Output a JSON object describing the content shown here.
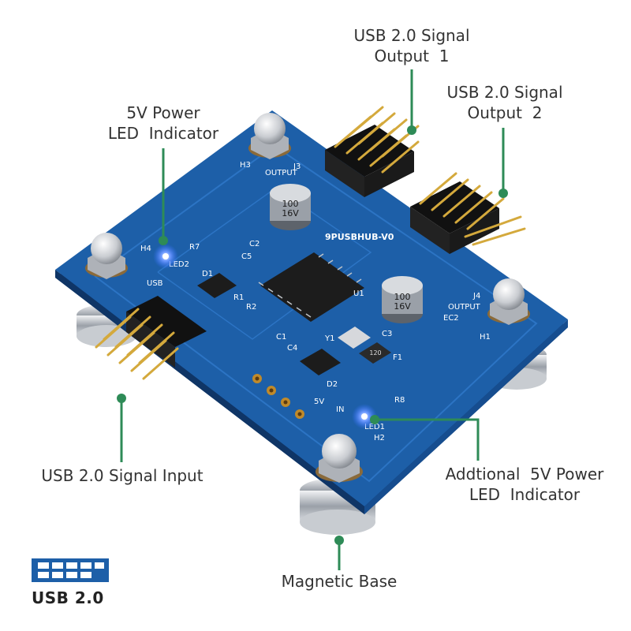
{
  "labels": {
    "output1": "USB 2.0 Signal\nOutput  1",
    "output2": "USB 2.0 Signal\nOutput  2",
    "power_led": "5V Power\nLED  Indicator",
    "input": "USB 2.0 Signal Input",
    "additional_led": "Addtional  5V Power\nLED  Indicator",
    "magnetic_base": "Magnetic Base"
  },
  "board": {
    "model": "9PUSBHUB-V0",
    "silkscreen": [
      "H3",
      "OUTPUT",
      "J3",
      "H4",
      "LED2",
      "R7",
      "USB",
      "C2",
      "C5",
      "U1",
      "EC2",
      "OUTPUT",
      "J4",
      "H1",
      "C3",
      "F1",
      "D2",
      "5V",
      "IN",
      "LED1",
      "R8",
      "H2",
      "Y1",
      "D1",
      "R1",
      "R2",
      "C1",
      "C4"
    ],
    "cap1": "100\n16V",
    "cap2": "100\n16V",
    "fuse": "120"
  },
  "badge": {
    "text": "USB 2.0"
  },
  "colors": {
    "pcb": "#1d5fa8",
    "pcb_dark": "#123f78",
    "leader": "#2e8b57",
    "led": "#2f6bff"
  }
}
